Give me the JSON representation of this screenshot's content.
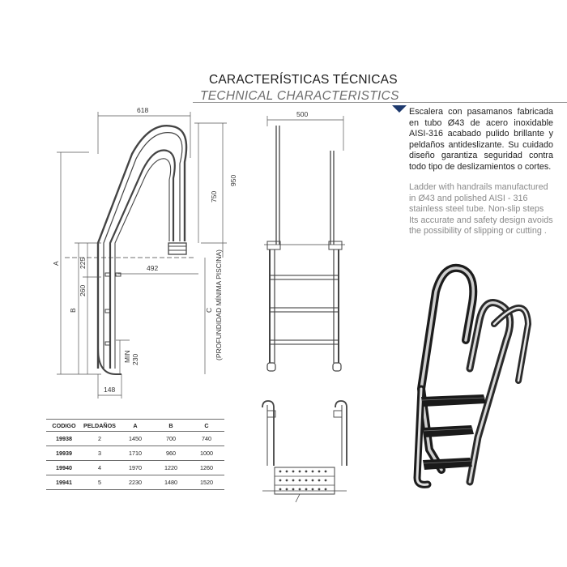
{
  "header": {
    "title_es": "CARACTERÍSTICAS TÉCNICAS",
    "title_en": "TECHNICAL CHARACTERISTICS",
    "accent_color": "#1e3a6e"
  },
  "description": {
    "es": "Escalera con pasamanos fabricada en tubo Ø43 de acero inoxidable AISI-316 acabado pulido brillante y peldaños antideslizante. Su cuidado diseño garantiza seguridad contra todo tipo de deslizamientos o cortes.",
    "en": "Ladder with handrails manufactured in Ø43 and polished AISI - 316 stainless steel tube. Non-slip steps Its accurate and safety design avoids the possibility of slipping or cutting ."
  },
  "dimensions": {
    "width_618": "618",
    "width_500": "500",
    "height_950": "950",
    "height_750": "750",
    "depth_492": "492",
    "dim_225": "225",
    "dim_260": "260",
    "min_label": "MIN",
    "dim_230": "230",
    "base_148": "148",
    "label_a": "A",
    "label_b": "B",
    "label_c": "C",
    "profundidad": "(PROFUNDIDAD MÍNIMA PISCINA)"
  },
  "table": {
    "headers": [
      "CODIGO",
      "PELDAÑOS",
      "A",
      "B",
      "C"
    ],
    "rows": [
      [
        "19938",
        "2",
        "1450",
        "700",
        "740"
      ],
      [
        "19939",
        "3",
        "1710",
        "960",
        "1000"
      ],
      [
        "19940",
        "4",
        "1970",
        "1220",
        "1260"
      ],
      [
        "19941",
        "5",
        "2230",
        "1480",
        "1520"
      ]
    ]
  }
}
